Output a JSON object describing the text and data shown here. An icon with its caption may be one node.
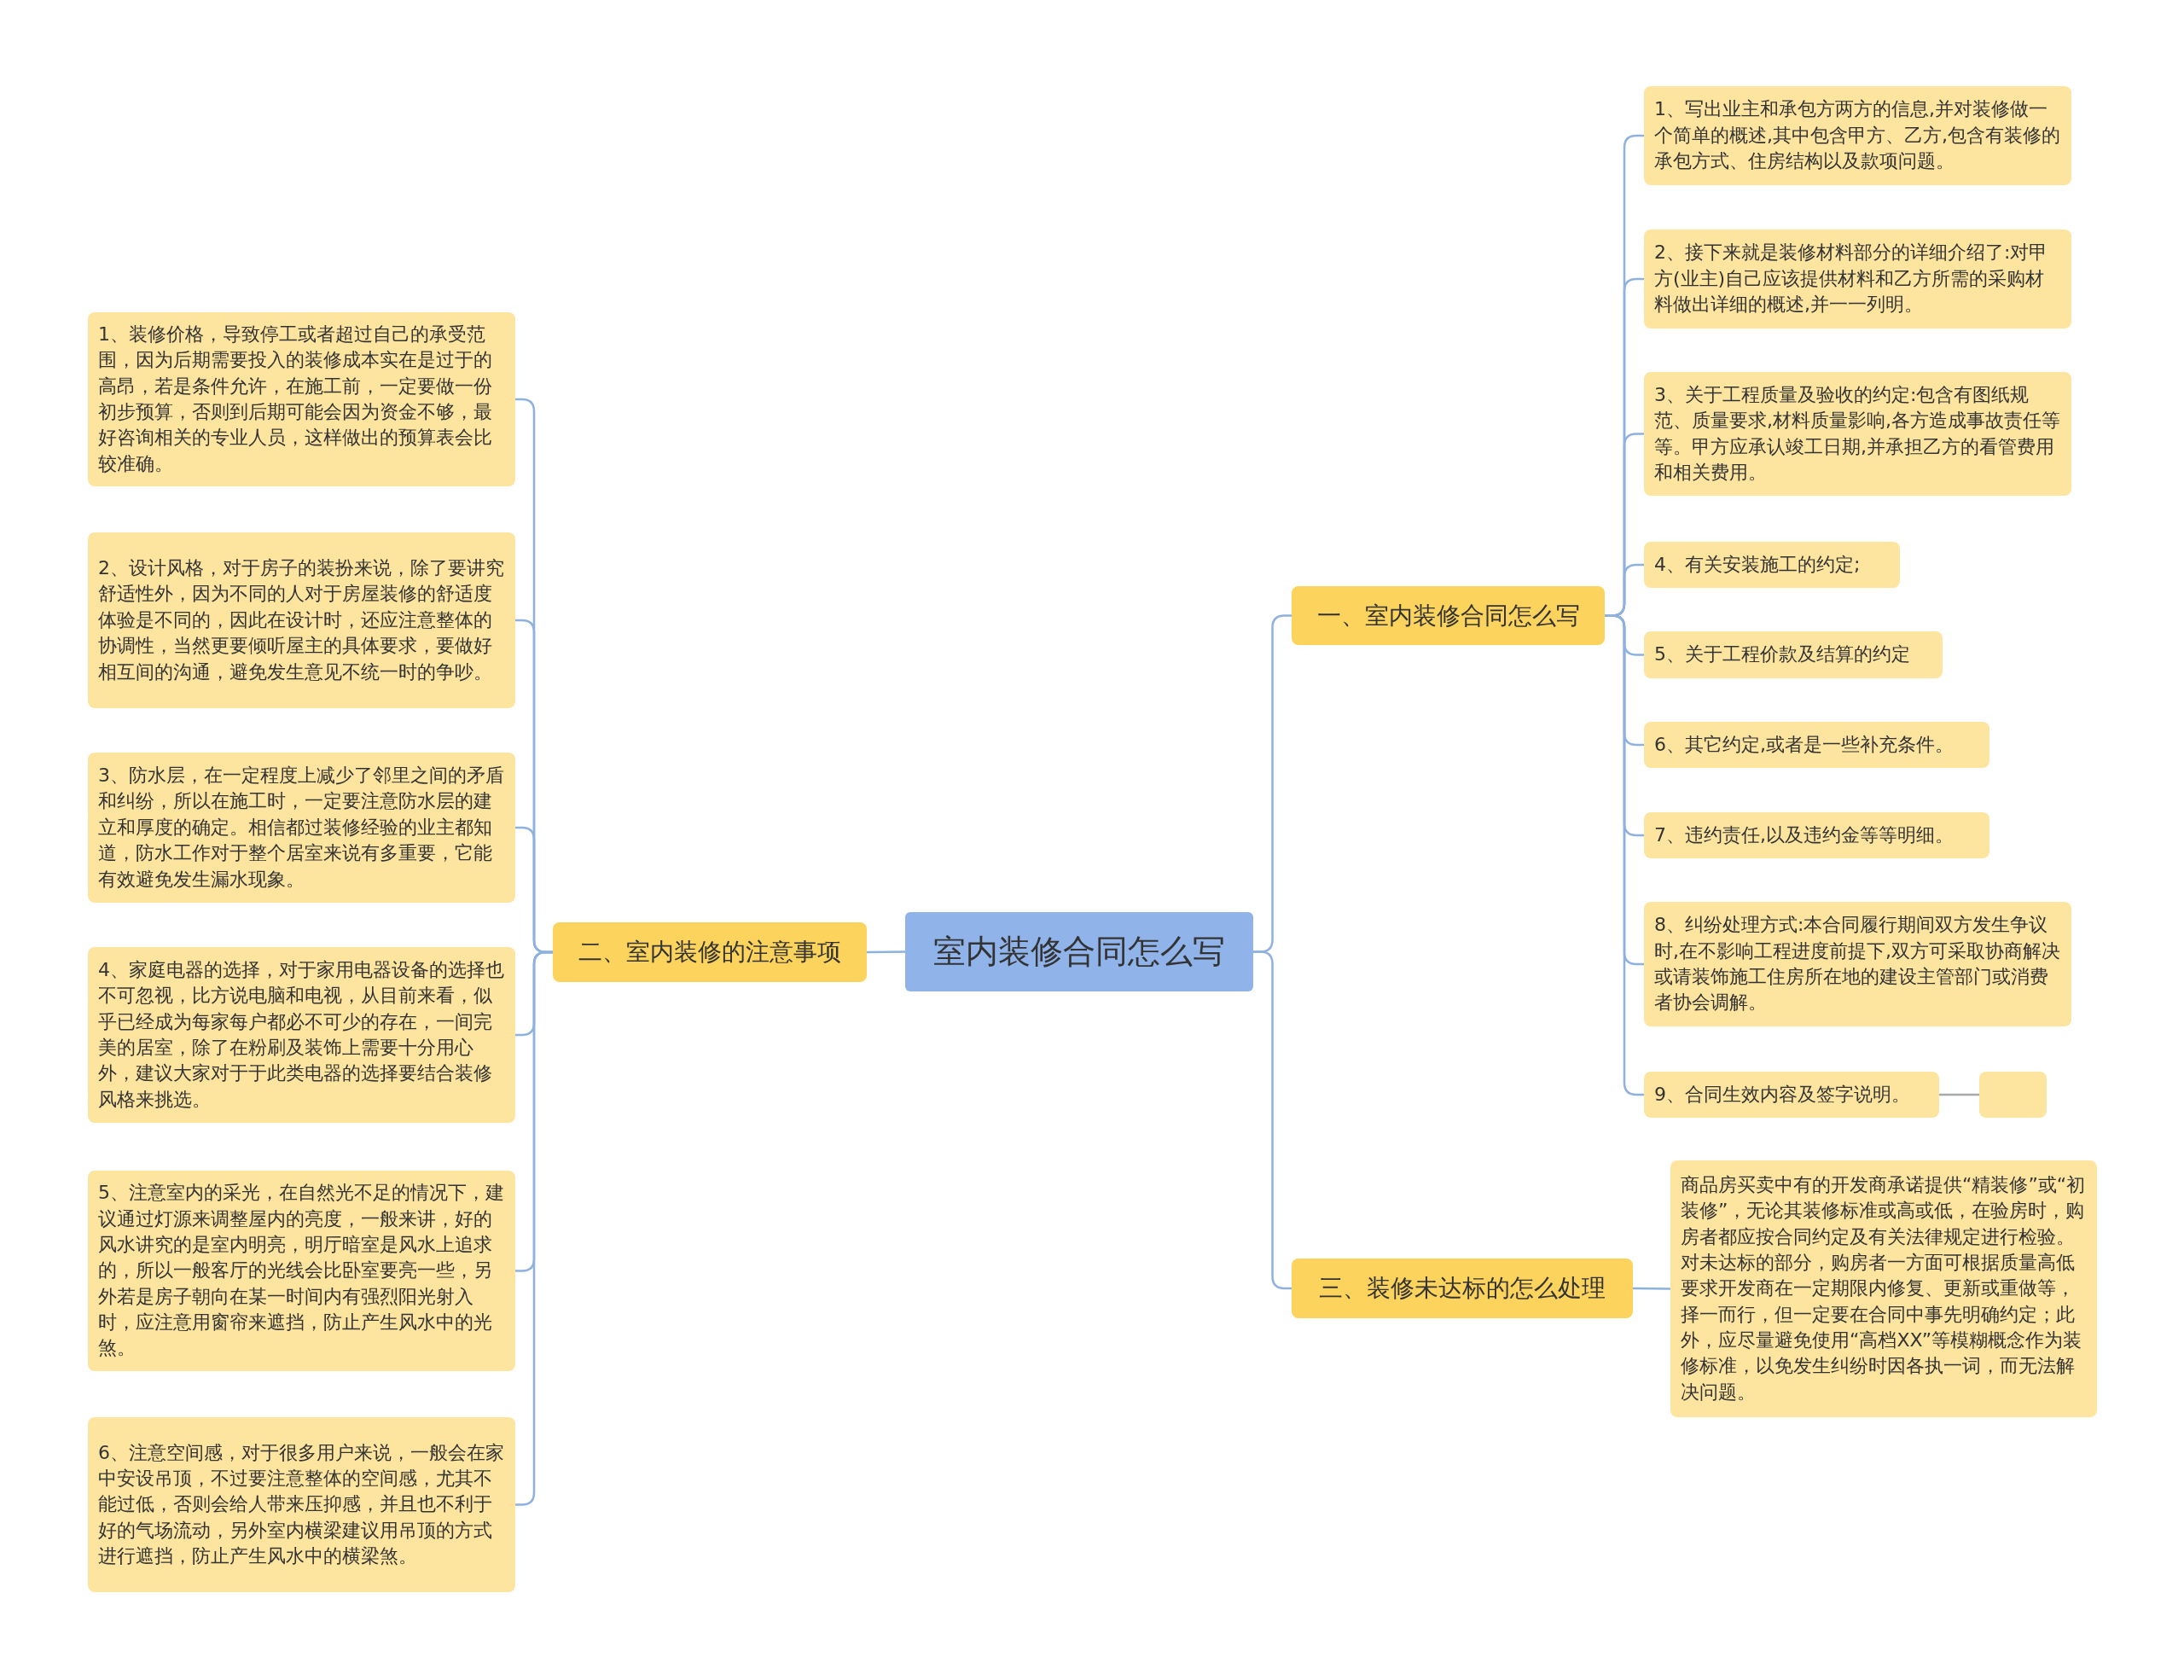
{
  "diagram": {
    "nodes": [
      {
        "text": [
          "室内装修合同怎么写"
        ]
      },
      {
        "text": [
          "二、室内装修的注意事项"
        ]
      },
      {
        "text": [
          "1、装修价格，导致停工或者超过自己的承受范围，因为后期需要投入的装修成本实在是过于的高昂，若是条件允许，在施工前，一定要做一份初步预算，否则到后期可能会因为资金不够，最好咨询相关的专业人员，这样做出的预算表会比较准确。"
        ]
      },
      {
        "text": [
          "2、设计风格，对于房子的装扮来说，除了要讲究舒适性外，因为不同的人对于房屋装修的舒适度体验是不同的，因此在设计时，还应注意整体的协调性，当然更要倾听屋主的具体要求，要做好相互间的沟通，避免发生意见不统一时的争吵。"
        ]
      },
      {
        "text": [
          "3、防水层，在一定程度上减少了邻里之间的矛盾和纠纷，所以在施工时，一定要注意防水层的建立和厚度的确定。相信都过装修经验的业主都知道，防水工作对于整个居室来说有多重要，它能有效避免发生漏水现象。"
        ]
      },
      {
        "text": [
          "4、家庭电器的选择，对于家用电器设备的选择也不可忽视，比方说电脑和电视，从目前来看，似乎已经成为每家每户都必不可少的存在，一间完美的居室，除了在粉刷及装饰上需要十分用心外，建议大家对于于此类电器的选择要结合装修风格来挑选。"
        ]
      },
      {
        "text": [
          "5、注意室内的采光，在自然光不足的情况下，建议通过灯源来调整屋内的亮度，一般来讲，好的风水讲究的是室内明亮，明厅暗室是风水上追求的，所以一般客厅的光线会比卧室要亮一些，另外若是房子朝向在某一时间内有强烈阳光射入时，应注意用窗帘来遮挡，防止产生风水中的光煞。"
        ]
      },
      {
        "text": [
          "6、注意空间感，对于很多用户来说，一般会在家中安设吊顶，不过要注意整体的空间感，尤其不能过低，否则会给人带来压抑感，并且也不利于好的气场流动，另外室内横梁建议用吊顶的方式进行遮挡，防止产生风水中的横梁煞。"
        ]
      },
      {
        "text": [
          "一、室内装修合同怎么写"
        ]
      },
      {
        "text": [
          "1、写出业主和承包方两方的信息,并对装修做一个简单的概述,其中包含甲方、乙方,包含有装修的承包方式、住房结构以及款项问题。"
        ]
      },
      {
        "text": [
          "2、接下来就是装修材料部分的详细介绍了:对甲方(业主)自己应该提供材料和乙方所需的采购材料做出详细的概述,并一一列明。"
        ]
      },
      {
        "text": [
          "3、关于工程质量及验收的约定:包含有图纸规范、质量要求,材料质量影响,各方造成事故责任等等。甲方应承认竣工日期,并承担乙方的看管费用和相关费用。"
        ]
      },
      {
        "text": [
          "4、有关安装施工的约定;"
        ]
      },
      {
        "text": [
          "5、关于工程价款及结算的约定"
        ]
      },
      {
        "text": [
          "6、其它约定,或者是一些补充条件。"
        ]
      },
      {
        "text": [
          "7、违约责任,以及违约金等等明细。"
        ]
      },
      {
        "text": [
          "8、纠纷处理方式:本合同履行期间双方发生争议时,在不影响工程进度前提下,双方可采取协商解决或请装饰施工住房所在地的建设主管部门或消费者协会调解。"
        ]
      },
      {
        "text": [
          "9、合同生效内容及签字说明。"
        ]
      },
      {
        "text": [],
        "shape": "box"
      },
      {
        "text": [
          "三、装修未达标的怎么处理"
        ]
      },
      {
        "text": [
          "商品房买卖中有的开发商承诺提供“精装修”或“初装修”，无论其装修标准或高或低，在验房时，购房者都应按合同约定及有关法律规定进行检验。对未达标的部分，购房者一方面可根据质量高低要求开发商在一定期限内修复、更新或重做等，择一而行，但一定要在合同中事先明确约定；此外，应尽量避免使用“高档XX”等模糊概念作为装修标准，以免发生纠纷时因各执一词，而无法解决问题。"
        ]
      }
    ],
    "edges": [
      {
        "from": 0,
        "to": 1,
        "arrow": "none"
      },
      {
        "from": 1,
        "to": 2,
        "arrow": "none"
      },
      {
        "from": 1,
        "to": 3,
        "arrow": "none"
      },
      {
        "from": 1,
        "to": 4,
        "arrow": "none"
      },
      {
        "from": 1,
        "to": 5,
        "arrow": "none"
      },
      {
        "from": 1,
        "to": 6,
        "arrow": "none"
      },
      {
        "from": 1,
        "to": 7,
        "arrow": "none"
      },
      {
        "from": 0,
        "to": 8,
        "arrow": "none"
      },
      {
        "from": 8,
        "to": 9,
        "arrow": "none"
      },
      {
        "from": 8,
        "to": 10,
        "arrow": "none"
      },
      {
        "from": 8,
        "to": 11,
        "arrow": "none"
      },
      {
        "from": 8,
        "to": 12,
        "arrow": "none"
      },
      {
        "from": 8,
        "to": 13,
        "arrow": "none"
      },
      {
        "from": 8,
        "to": 14,
        "arrow": "none"
      },
      {
        "from": 8,
        "to": 15,
        "arrow": "none"
      },
      {
        "from": 8,
        "to": 16,
        "arrow": "none"
      },
      {
        "from": 8,
        "to": 17,
        "arrow": "none"
      },
      {
        "from": 17,
        "to": 18,
        "arrow": "none",
        "color": "#a9a9a9"
      },
      {
        "from": 0,
        "to": 19,
        "arrow": "none"
      },
      {
        "from": 19,
        "to": 20,
        "arrow": "none"
      }
    ]
  }
}
